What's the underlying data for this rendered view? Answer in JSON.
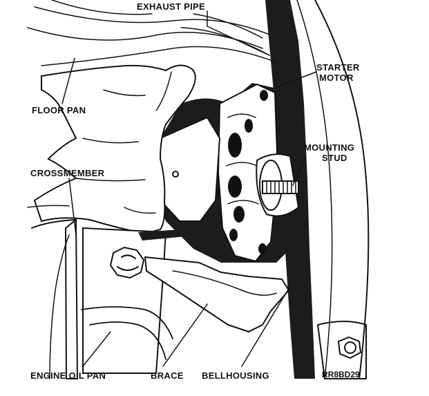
{
  "labels": {
    "exhaust_pipe": "EXHAUST PIPE",
    "starter_motor_line1": "STARTER",
    "starter_motor_line2": "MOTOR",
    "floor_pan": "FLOOR PAN",
    "mounting_stud_line1": "MOUNTING",
    "mounting_stud_line2": "STUD",
    "crossmember": "CROSSMEMBER",
    "engine_oil_pan": "ENGINE OIL PAN",
    "brace": "BRACE",
    "bellhousing": "BELLHOUSING"
  },
  "figure_code": "RR8BD29",
  "colors": {
    "ink": "#111111",
    "paper": "#ffffff",
    "shadow": "#222222"
  }
}
